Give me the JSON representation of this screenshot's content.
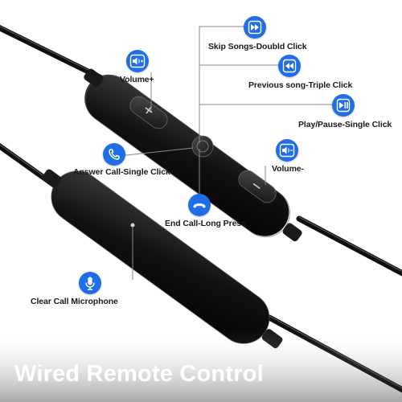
{
  "title": "Wired Remote Control",
  "accent_color": "#1f6ee8",
  "annotations": [
    {
      "label": "Skip Songs-Doubld Click",
      "icon": "fast-forward-icon"
    },
    {
      "label": "Previous song-Triple Click",
      "icon": "rewind-icon"
    },
    {
      "label": "Play/Pause-Single Click",
      "icon": "play-pause-icon"
    },
    {
      "label": "Volume+",
      "icon": "volume-up-icon"
    },
    {
      "label": "Answer Call-Single Click",
      "icon": "phone-answer-icon"
    },
    {
      "label": "End Call-Long Press",
      "icon": "phone-hangup-icon"
    },
    {
      "label": "Volume-",
      "icon": "volume-down-icon"
    },
    {
      "label": "Clear Call Microphone",
      "icon": "microphone-icon"
    }
  ]
}
